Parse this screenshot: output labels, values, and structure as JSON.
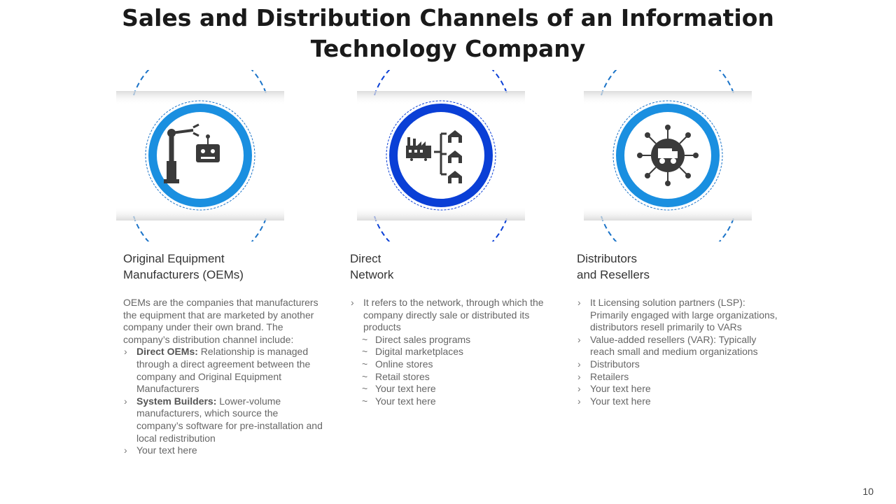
{
  "title": {
    "line1": "Sales and Distribution Channels of an Information",
    "line2": "Technology Company"
  },
  "columns": [
    {
      "heading": [
        "Original Equipment",
        "Manufacturers (OEMs)"
      ],
      "icon": "robot-arm-icon",
      "intro": "OEMs are the companies that manufacturers the equipment that are marketed by another company under their own brand. The company’s distribution channel include:",
      "items": [
        {
          "bold": "Direct OEMs:",
          "text": " Relationship is managed through a direct agreement between the company and Original Equipment Manufacturers"
        },
        {
          "bold": "System Builders:",
          "text": " Lower-volume manufacturers, which source the company’s software for pre-installation and local redistribution"
        },
        {
          "bold": "",
          "text": "Your text here"
        }
      ]
    },
    {
      "heading": [
        "Direct",
        "Network"
      ],
      "icon": "factory-network-icon",
      "main_item": "It refers to the network, through which the company directly sale or distributed its products",
      "sub_items": [
        "Direct sales programs",
        "Digital marketplaces",
        "Online stores",
        "Retail stores",
        "Your text here",
        "Your text here"
      ]
    },
    {
      "heading": [
        "Distributors",
        "and Resellers"
      ],
      "icon": "distribution-globe-icon",
      "items": [
        "It Licensing solution partners (LSP): Primarily engaged with large organizations, distributors resell primarily to VARs",
        "Value-added resellers (VAR): Typically reach small and medium organizations",
        "Distributors",
        "Retailers",
        "Your text here",
        "Your text here"
      ]
    }
  ],
  "colors": {
    "ring_light_blue": "#1a8fe0",
    "ring_dark_blue": "#0a3fd6",
    "icon_gray": "#3a3a3a",
    "dash_blue": "#1a73c8"
  },
  "page_number": "10"
}
